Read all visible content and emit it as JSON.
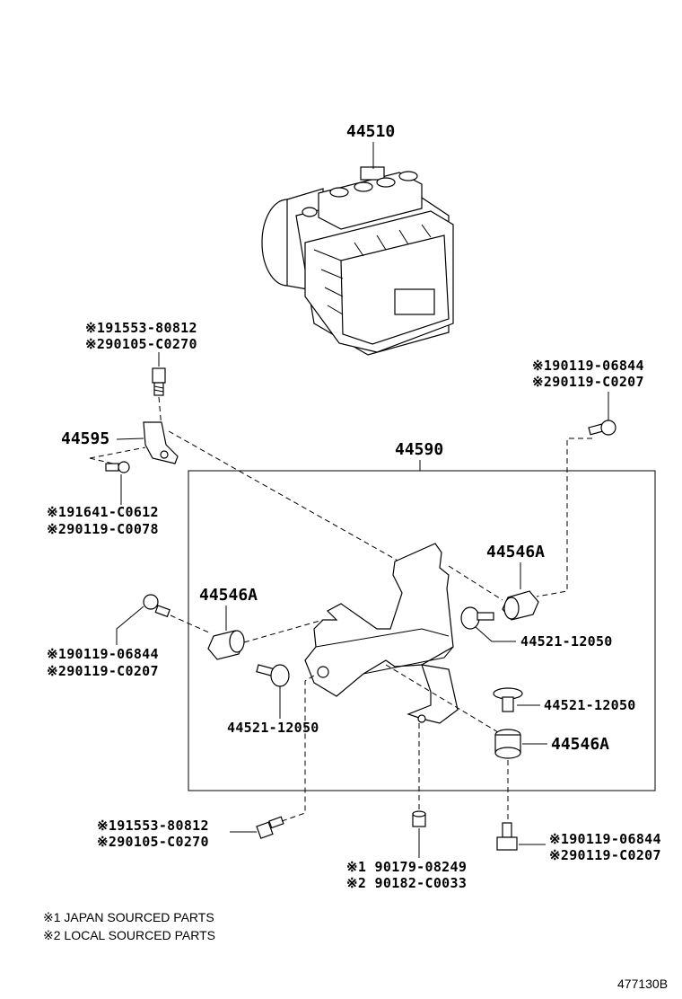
{
  "parts": {
    "abs_actuator": "44510",
    "bracket_assy": "44590",
    "sub_bracket": "44595",
    "cushion_left": "44546A",
    "cushion_right_upper": "44546A",
    "cushion_right_lower": "44546A",
    "collar_left": "44521-12050",
    "collar_right_upper": "44521-12050",
    "collar_right_lower": "44521-12050"
  },
  "callouts": {
    "top_left_bolt": [
      "※191553-80812",
      "※290105-C0270"
    ],
    "sub_bracket_bolt": [
      "※191641-C0612",
      "※290119-C0078"
    ],
    "left_bolt": [
      "※190119-06844",
      "※290119-C0207"
    ],
    "top_right_bolt": [
      "※190119-06844",
      "※290119-C0207"
    ],
    "bottom_left_bolt": [
      "※191553-80812",
      "※290105-C0270"
    ],
    "bottom_center_nut": [
      "※1 90179-08249",
      "※2 90182-C0033"
    ],
    "bottom_right_bolt": [
      "※190119-06844",
      "※290119-C0207"
    ]
  },
  "legend": {
    "note1": "※1 JAPAN SOURCED PARTS",
    "note2": "※2 LOCAL SOURCED PARTS"
  },
  "figure_number": "477130B"
}
